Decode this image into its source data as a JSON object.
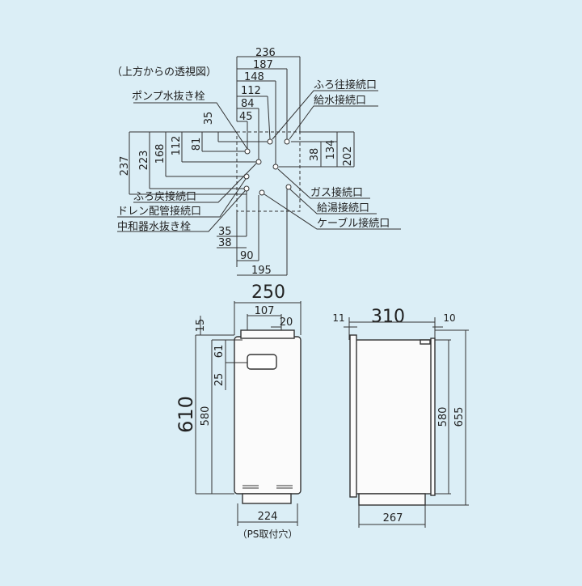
{
  "top_view": {
    "title": "（上方からの透視図）",
    "dims_top": [
      "236",
      "187",
      "148",
      "112",
      "84",
      "45"
    ],
    "dims_bottom": [
      "35",
      "38",
      "90",
      "195"
    ],
    "dims_left": [
      "237",
      "223",
      "168",
      "112",
      "81",
      "35"
    ],
    "dims_right": [
      "38",
      "134",
      "202"
    ],
    "labels": {
      "pump_drain": "ポンプ水抜き栓",
      "bath_outlet": "ふろ往接続口",
      "water_supply": "給水接続口",
      "bath_return": "ふろ戻接続口",
      "drain_pipe": "ドレン配管接続口",
      "neutralizer_drain": "中和器水抜き栓",
      "gas": "ガス接続口",
      "hot_water": "給湯接続口",
      "cable": "ケーブル接続口"
    }
  },
  "front_view": {
    "width": "250",
    "inner_107": "107",
    "inner_20": "20",
    "left_15": "15",
    "left_61": "61",
    "left_25": "25",
    "height_610": "610",
    "height_580": "580",
    "bottom_224": "224",
    "note": "（PS取付穴）"
  },
  "side_view": {
    "width": "310",
    "left_11": "11",
    "right_10": "10",
    "height_580": "580",
    "height_655": "655",
    "bottom_267": "267"
  }
}
